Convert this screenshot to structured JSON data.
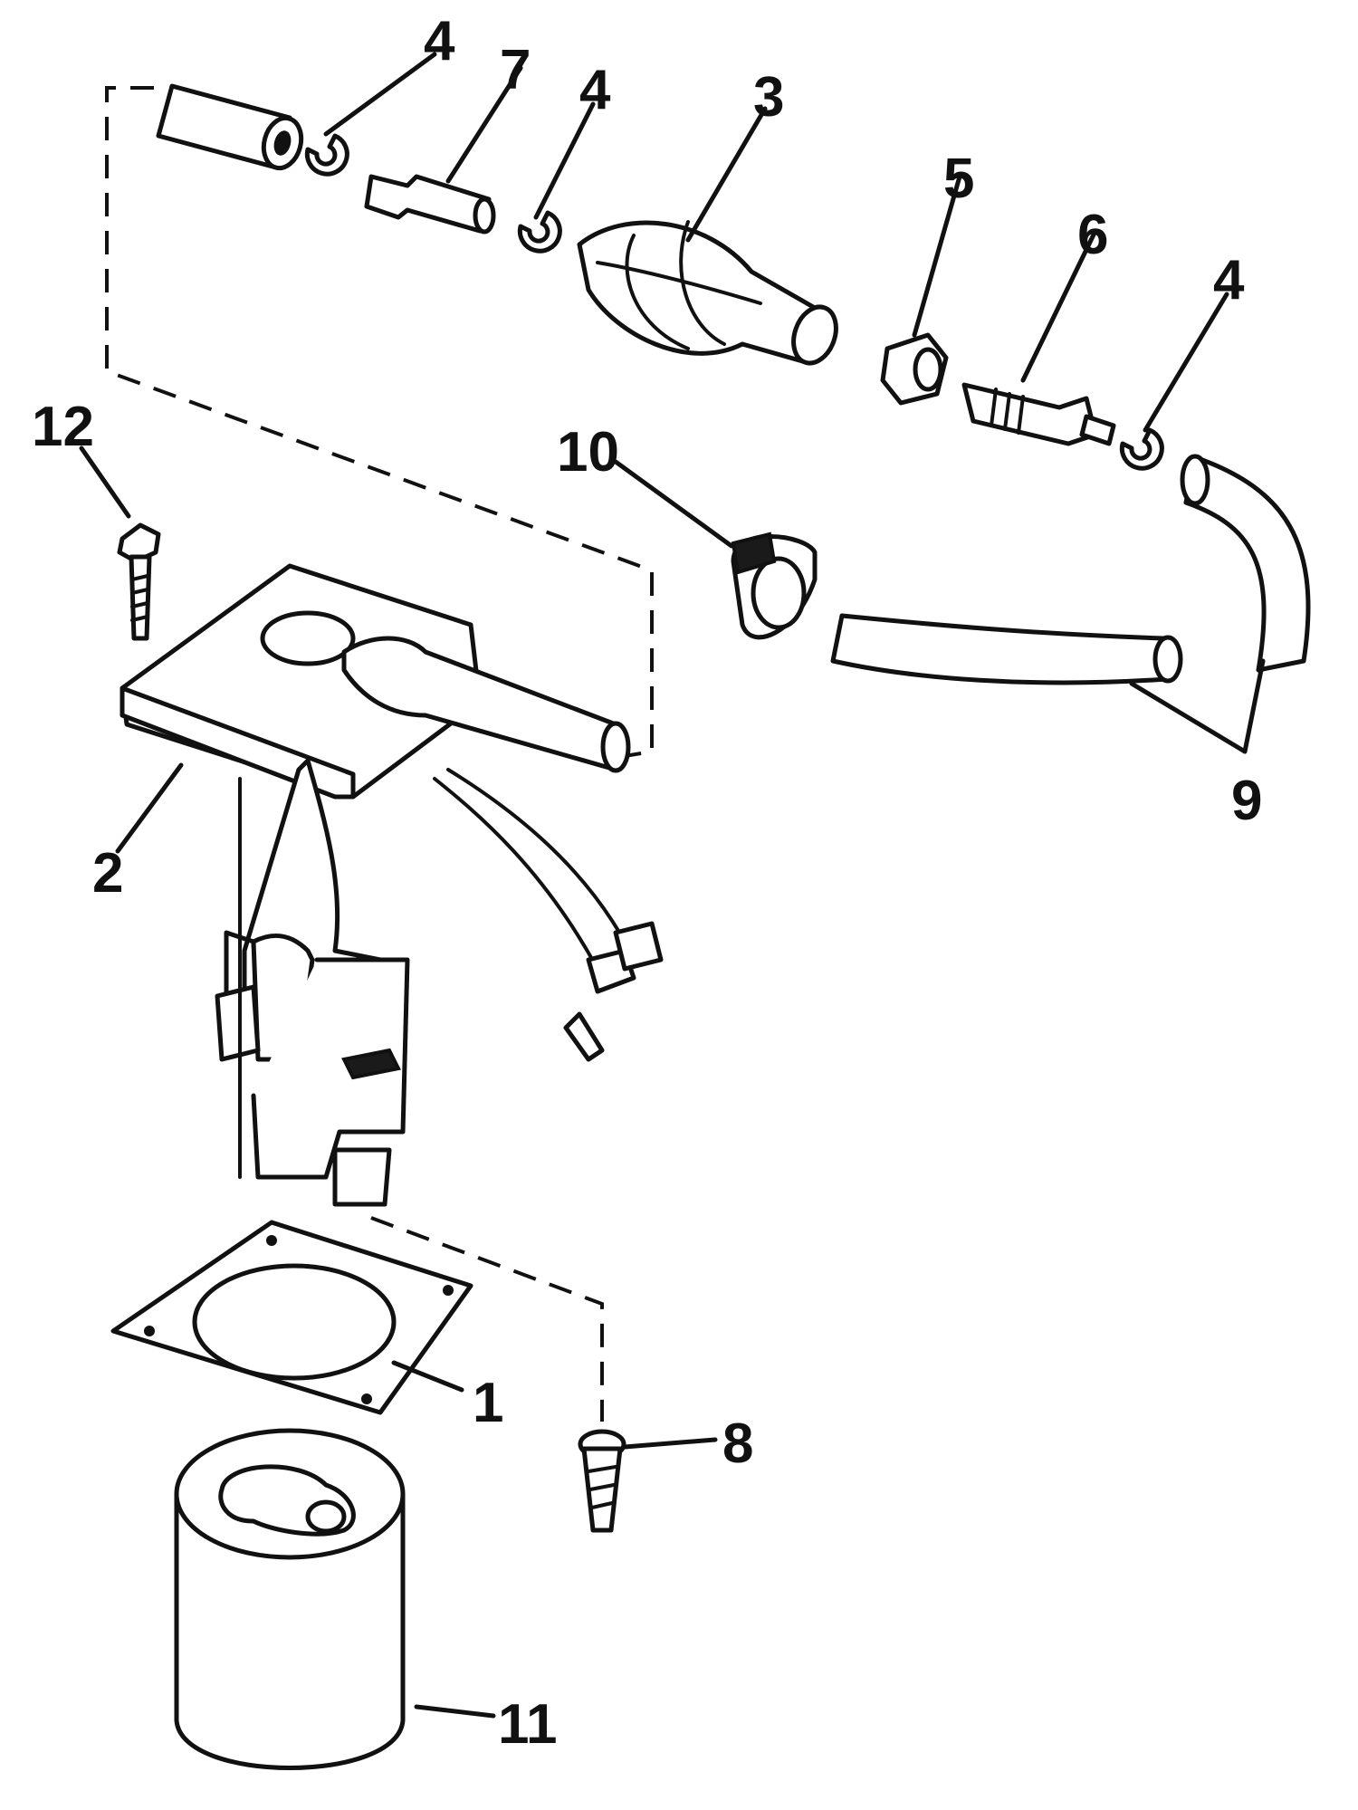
{
  "callouts": {
    "c1": "1",
    "c2": "2",
    "c3": "3",
    "c4a": "4",
    "c4b": "4",
    "c4c": "4",
    "c5": "5",
    "c6": "6",
    "c7": "7",
    "c8": "8",
    "c9": "9",
    "c10": "10",
    "c11": "11",
    "c12": "12"
  }
}
